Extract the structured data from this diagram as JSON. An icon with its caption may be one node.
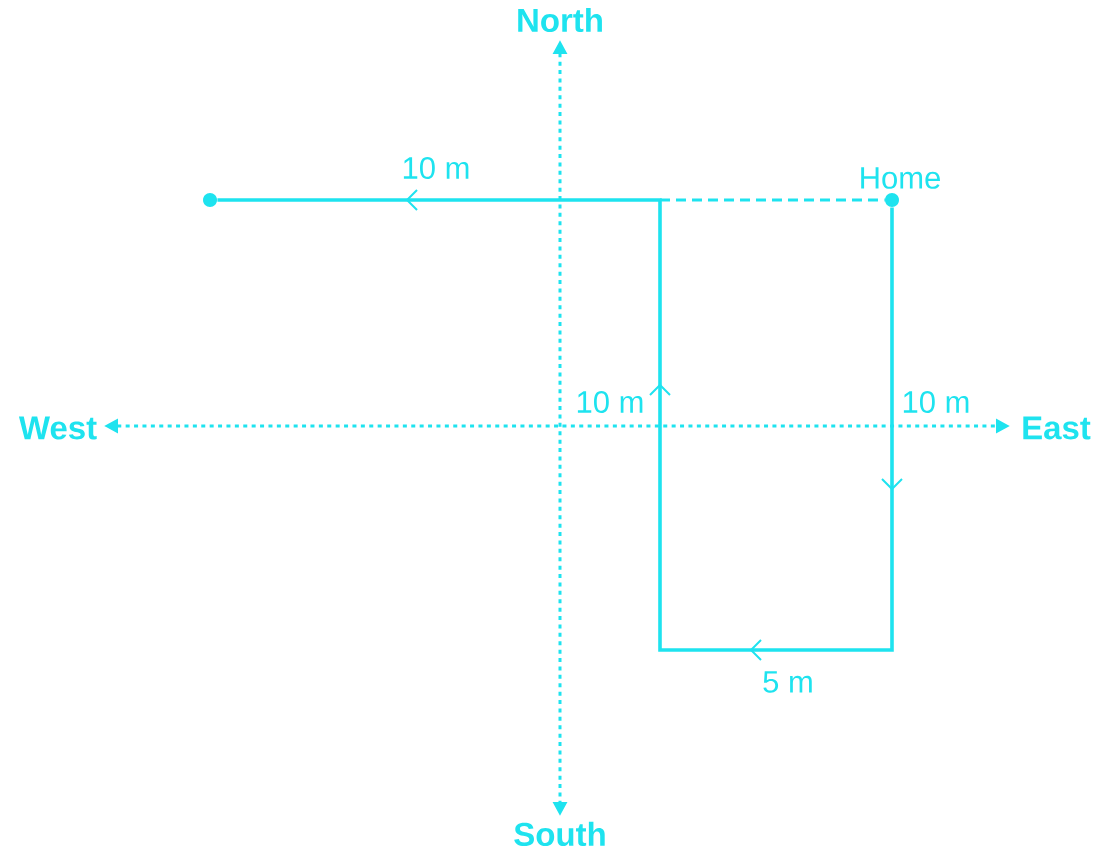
{
  "diagram": {
    "nodes": [
      {
        "text": [],
        "shape": "circle"
      },
      {
        "text": [],
        "shape": "circle",
        "beside": [
          "Home"
        ]
      }
    ],
    "edges": [
      {
        "from": 1,
        "to": 0,
        "arrow": "to"
      },
      {
        "from": null,
        "to": 1,
        "arrow": "none",
        "style": "dashed"
      }
    ],
    "labels": [
      "North",
      "10 m",
      "West",
      "10 m",
      "10 m",
      "East",
      "5 m",
      "South"
    ]
  }
}
